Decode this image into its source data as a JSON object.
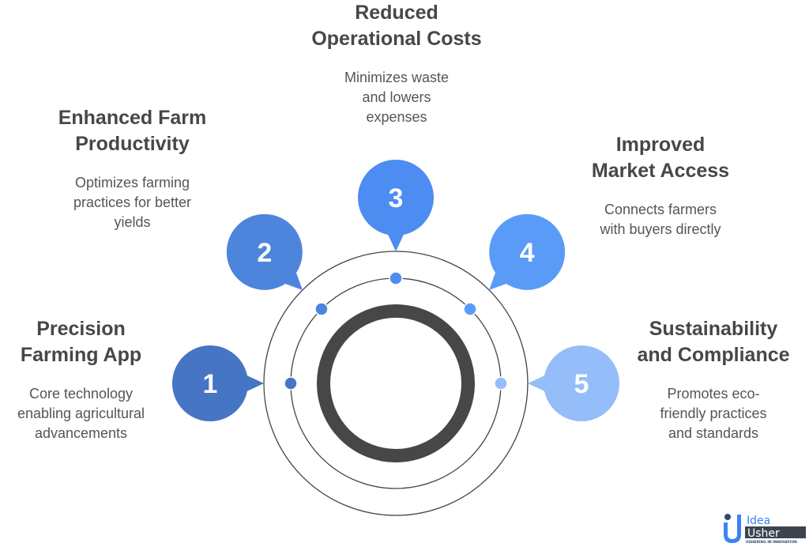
{
  "items": [
    {
      "number": "1",
      "title_lines": [
        "Precision",
        "Farming App"
      ],
      "desc_lines": [
        "Core technology",
        "enabling agricultural",
        "advancements"
      ],
      "color": "#4675c4"
    },
    {
      "number": "2",
      "title_lines": [
        "Enhanced Farm",
        "Productivity"
      ],
      "desc_lines": [
        "Optimizes farming",
        "practices for better",
        "yields"
      ],
      "color": "#4e85dc"
    },
    {
      "number": "3",
      "title_lines": [
        "Reduced",
        "Operational Costs"
      ],
      "desc_lines": [
        "Minimizes waste",
        "and lowers",
        "expenses"
      ],
      "color": "#4d8cf0"
    },
    {
      "number": "4",
      "title_lines": [
        "Improved",
        "Market Access"
      ],
      "desc_lines": [
        "Connects farmers",
        "with buyers directly"
      ],
      "color": "#5a9bf8"
    },
    {
      "number": "5",
      "title_lines": [
        "Sustainability",
        "and Compliance"
      ],
      "desc_lines": [
        "Promotes eco-",
        "friendly practices",
        "and standards"
      ],
      "color": "#94bdfa"
    }
  ],
  "colors": {
    "ring_dark": "#474747",
    "ring_line": "#444444"
  },
  "logo": {
    "text_top": "Idea",
    "text_bottom": "Usher",
    "tagline": "USHERING IN INNOVATION"
  }
}
